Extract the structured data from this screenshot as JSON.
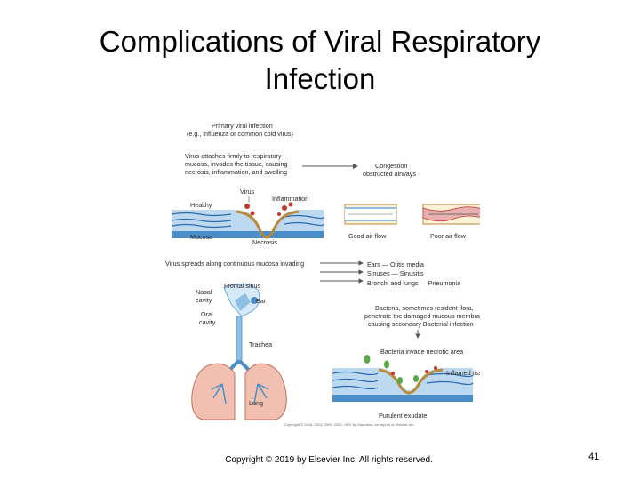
{
  "slide": {
    "title_line1": "Complications of Viral Respiratory",
    "title_line2": "Infection",
    "footer": "Copyright © 2019 by Elsevier Inc. All rights reserved.",
    "page_number": "41"
  },
  "figure": {
    "primary_line1": "Primary viral infection",
    "primary_line2": "(e.g., influenza or common cold virus)",
    "attach_line1": "Virus attaches firmly to respiratory",
    "attach_line2": "mucosa, invades the tissue, causing",
    "attach_line3": "necrosis, inflammation, and swelling",
    "congestion_line1": "Congestion",
    "congestion_line2": "obstructed airways",
    "healthy": "Healthy",
    "virus": "Virus",
    "inflammation": "Inflammation",
    "mucosa": "Mucosa",
    "necrosis": "Necrosis",
    "good_air_flow": "Good air flow",
    "poor_air_flow": "Poor air flow",
    "spreads": "Virus spreads along continuous mucosa invading",
    "ears": "Ears — Otitis media",
    "sinuses": "Sinuses — Sinusitis",
    "bronchi": "Bronchi and lungs — Pneumonia",
    "frontal_sinus": "Frontal sinus",
    "nasal_line1": "Nasal",
    "nasal_line2": "cavity",
    "ear": "Ear",
    "oral_line1": "Oral",
    "oral_line2": "cavity",
    "trachea": "Trachea",
    "lung": "Lung",
    "bacteria_line1": "Bacteria, sometimes resident flora,",
    "bacteria_line2": "penetrate the damaged mucous membranes,",
    "bacteria_line3": "causing secondary Bacterial infection",
    "bacteria_invade": "Bacteria invade necrotic area",
    "inflamed_tissue": "Inflamed tissue",
    "purulent_exudate": "Purulent exudate",
    "figure_copyright": "Copyright © 2016, 2013, 2009, 2002, 1997 by Saunders, an imprint of Elsevier Inc."
  }
}
